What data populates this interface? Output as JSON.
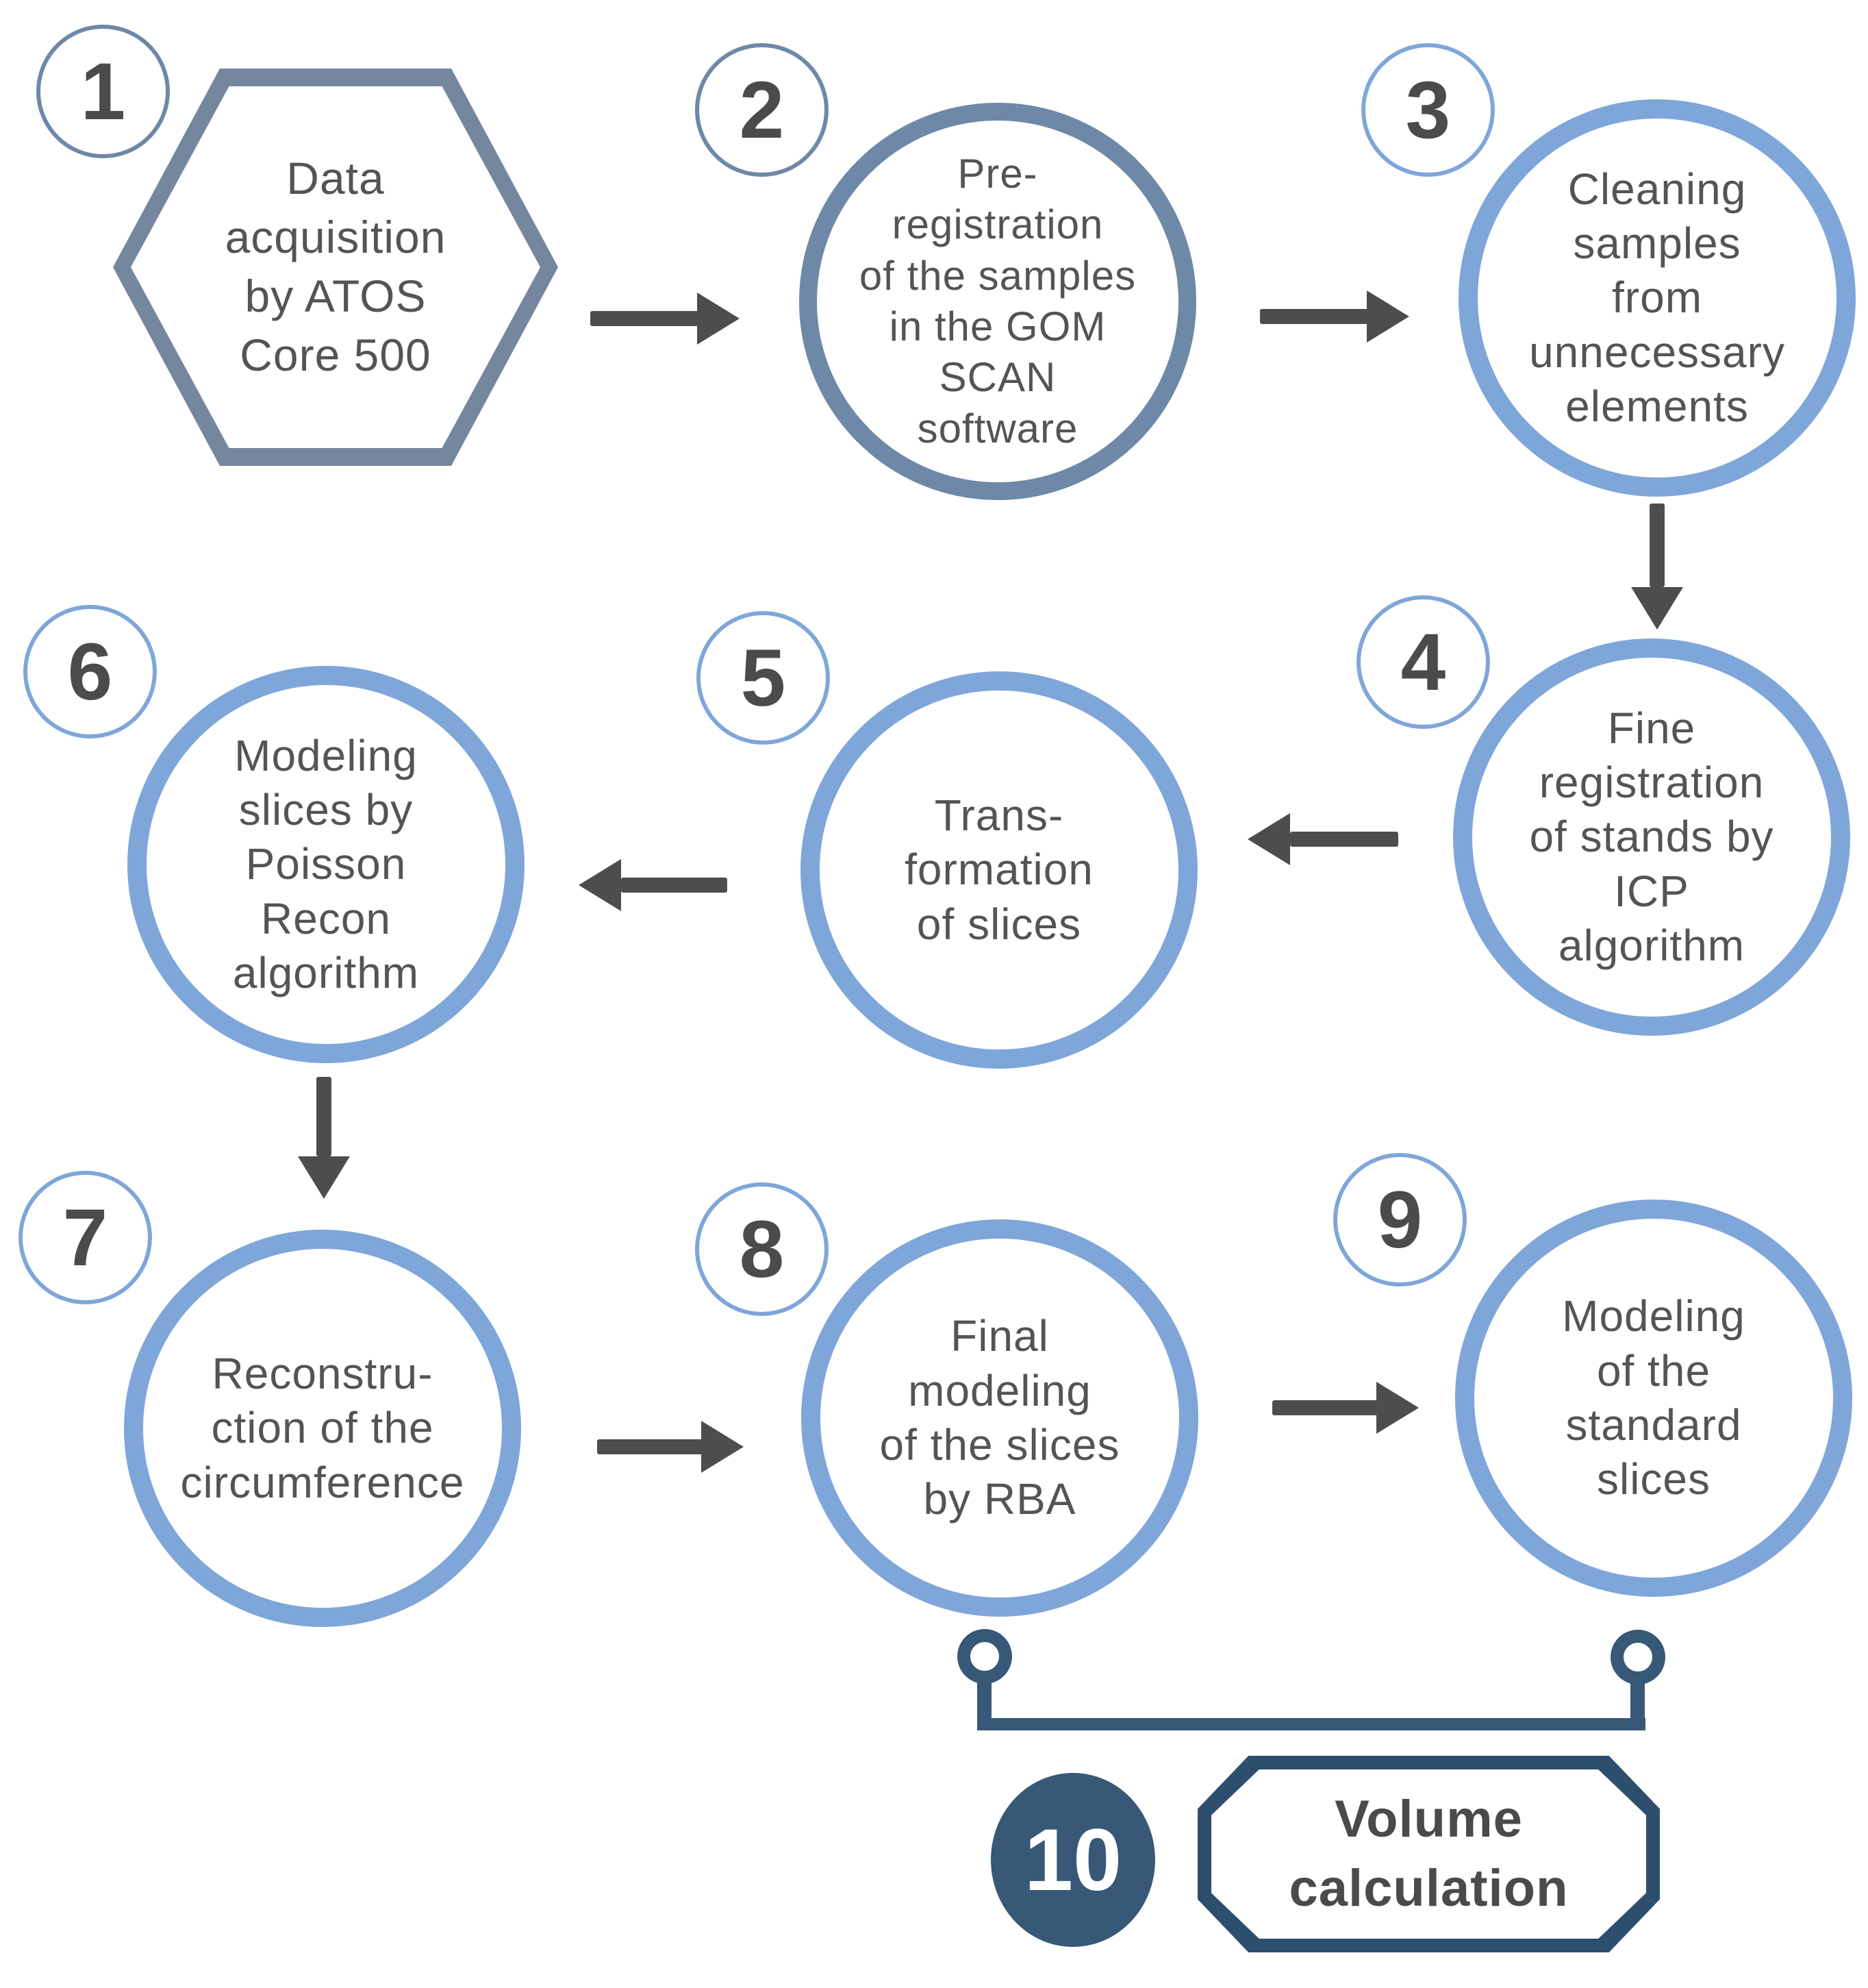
{
  "colors": {
    "light_blue": "#7FA6D9",
    "slate_blue": "#6E88A7",
    "hexagon_slate": "#75879F",
    "navy": "#375877",
    "navy_dark": "#2E4E6E",
    "arrow_gray": "#4D4D4D",
    "text_gray": "#545454",
    "number_gray": "#4B4B4B"
  },
  "steps": [
    {
      "num": "1",
      "shape": "hexagon",
      "lines": [
        "Data",
        "acquisition",
        "by ATOS",
        "Core 500"
      ]
    },
    {
      "num": "2",
      "shape": "circle",
      "lines": [
        "Pre-",
        "registration",
        "of the samples",
        "in the GOM",
        "SCAN",
        "software"
      ]
    },
    {
      "num": "3",
      "shape": "circle",
      "lines": [
        "Cleaning",
        "samples",
        "from",
        "unnecessary",
        "elements"
      ]
    },
    {
      "num": "4",
      "shape": "circle",
      "lines": [
        "Fine",
        "registration",
        "of stands by",
        "ICP",
        "algorithm"
      ]
    },
    {
      "num": "5",
      "shape": "circle",
      "lines": [
        "Trans-",
        "formation",
        "of slices"
      ]
    },
    {
      "num": "6",
      "shape": "circle",
      "lines": [
        "Modeling",
        "slices by",
        "Poisson",
        "Recon",
        "algorithm"
      ]
    },
    {
      "num": "7",
      "shape": "circle",
      "lines": [
        "Reconstru-",
        "ction of the",
        "circumference"
      ]
    },
    {
      "num": "8",
      "shape": "circle",
      "lines": [
        "Final",
        "modeling",
        "of the slices",
        "by RBA"
      ]
    },
    {
      "num": "9",
      "shape": "circle",
      "lines": [
        "Modeling",
        "of the",
        "standard",
        "slices"
      ]
    },
    {
      "num": "10",
      "shape": "octagon",
      "lines": [
        "Volume",
        "calculation"
      ]
    }
  ]
}
